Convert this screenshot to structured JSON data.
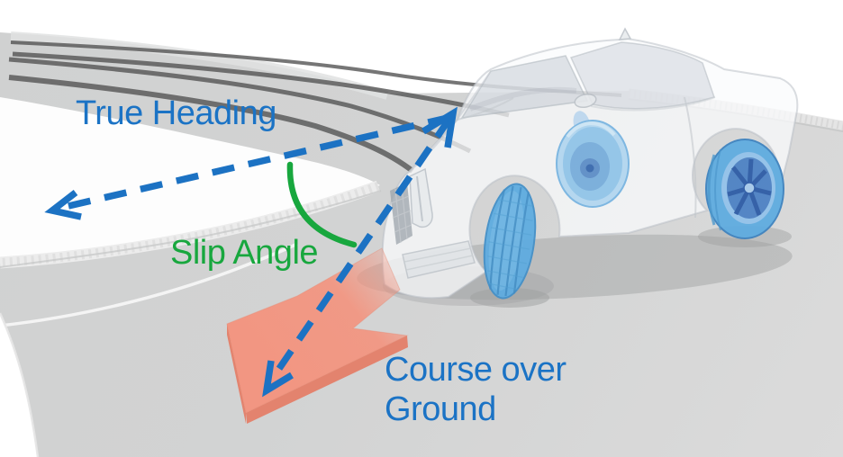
{
  "labels": {
    "true_heading": "True Heading",
    "slip_angle": "Slip Angle",
    "course_line1": "Course over",
    "course_line2": "Ground"
  },
  "colors": {
    "label_blue": "#1B73C5",
    "dashed_line_blue": "#1C72C3",
    "slip_green": "#18A73E",
    "arrow_red": "#F3947F",
    "arrow_red_side": "#E47E68",
    "pavement": "#D2D3D3",
    "pavement_light": "#DBDBDB",
    "island_white": "#FDFDFD",
    "skid_gray": "#555555",
    "car_body_white": "#FAFBFC",
    "wheel_blue": "#5FACE0",
    "wheel_face_blue": "#4E82C4",
    "wheel_light_blue": "#A9D4F0",
    "shadow_gray": "#9E9FA0"
  }
}
